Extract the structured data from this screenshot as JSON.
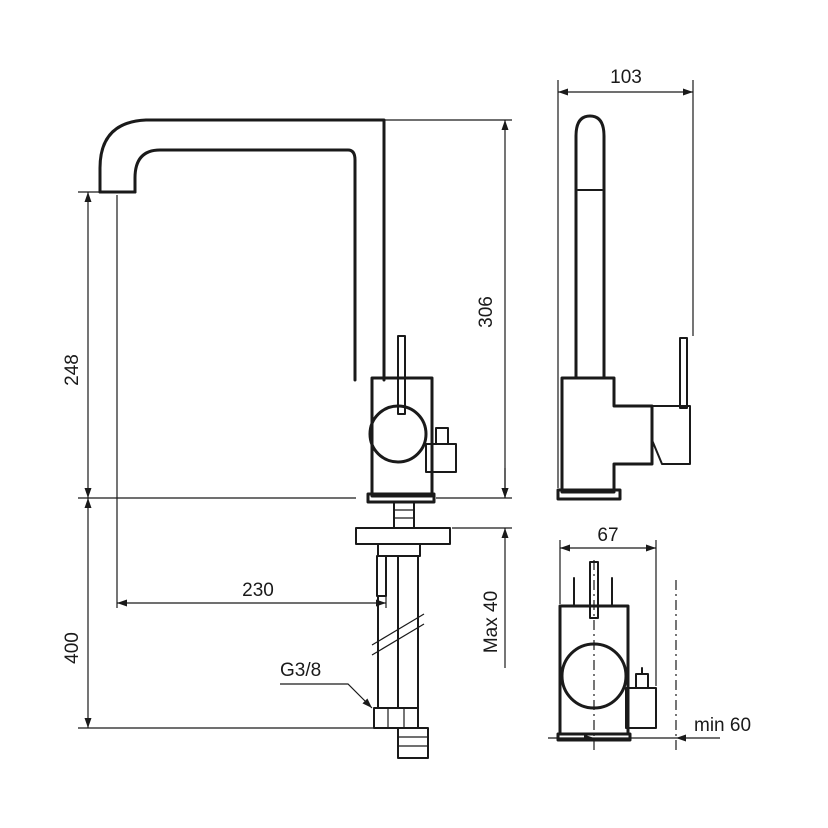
{
  "dimensions": {
    "spout_height": "248",
    "overall_height": "306",
    "under_counter_length": "400",
    "spout_reach": "230",
    "connection_thread": "G3/8",
    "max_counter_thickness": "Max 40",
    "side_width": "103",
    "body_width": "67",
    "min_clearance": "min 60"
  },
  "colors": {
    "line": "#1a1a1a",
    "background": "#ffffff"
  }
}
